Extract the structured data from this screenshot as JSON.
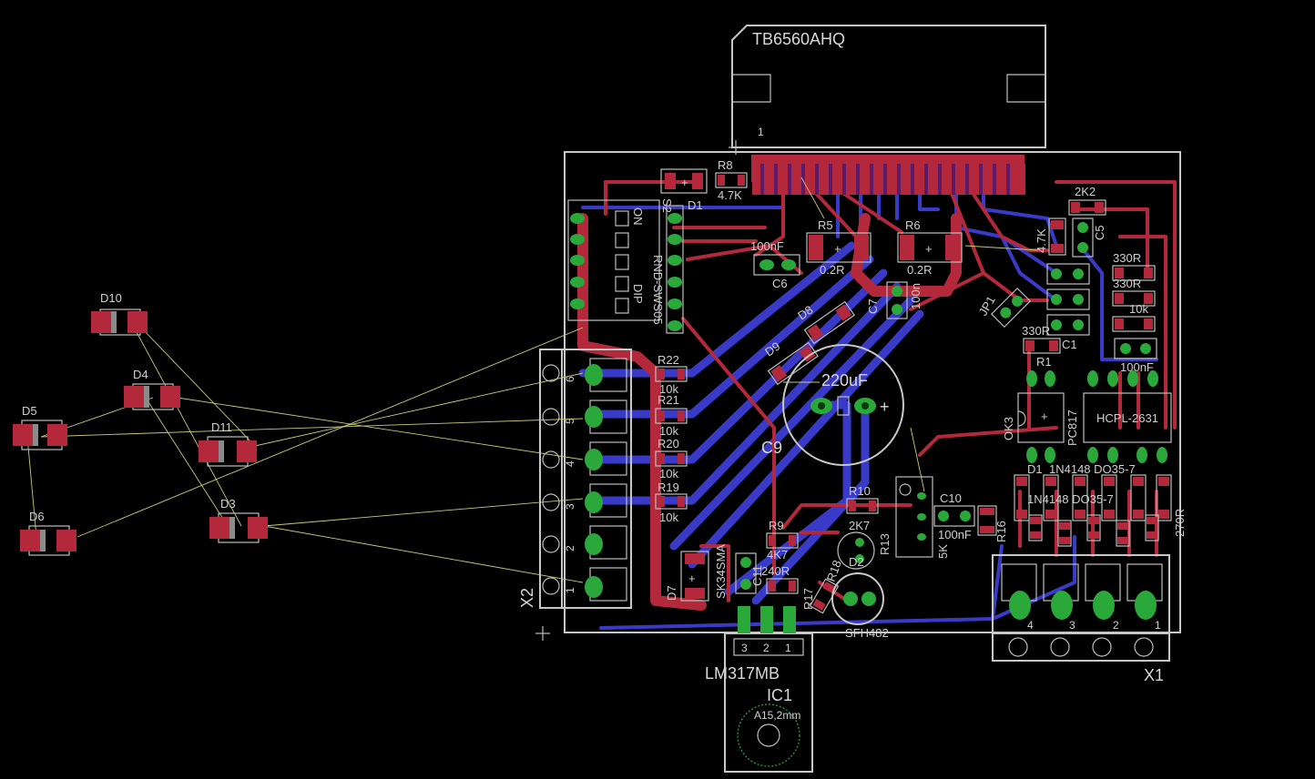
{
  "chips": {
    "main": "TB6560AHQ",
    "main_pin": "1",
    "regulator": "LM317MB",
    "regulator_ref": "IC1",
    "hole": "A15,2mm",
    "reg_pins": [
      "3",
      "2",
      "1"
    ]
  },
  "connectors": {
    "x1": "X1",
    "x1_pins": [
      "4",
      "3",
      "2",
      "1"
    ],
    "x2": "X2",
    "x2_pins": [
      "6",
      "5",
      "4",
      "3",
      "2",
      "1"
    ]
  },
  "left_diodes": [
    "D10",
    "D4",
    "D5",
    "D11",
    "D6",
    "D3"
  ],
  "labels": {
    "d1": "D1",
    "r8": "R8",
    "r8v": "4.7K",
    "c6": "C6",
    "c6v": "100nF",
    "r5": "R5",
    "r5v": "0.2R",
    "r6": "R6",
    "r6v": "0.2R",
    "c7": "C7",
    "c7v": "100n",
    "d8": "D8",
    "d9": "D9",
    "c9v": "220uF",
    "c9": "C9",
    "r22": "R22",
    "r21": "R21",
    "r20": "R20",
    "r19": "R19",
    "r10k": "10k",
    "s2": "S2",
    "on": "ON",
    "s2v": "RND-SWS05",
    "dip": "DIP",
    "r2k2": "2K2",
    "r47k": "4.7K",
    "c5": "C5",
    "r330a": "330R",
    "r330b": "330R",
    "r10k2": "10k",
    "r330c": "330R",
    "c1": "C1",
    "r1": "R1",
    "c100nf": "100nF",
    "jp1": "JP1",
    "ok3": "OK3",
    "pc817": "PC817",
    "hcpl": "HCPL-2631",
    "d1n": "D1",
    "n1n4148a": "1N4148",
    "strip1": "1N4148 DO35-7",
    "strip2": "1N4148 DO35-7",
    "strip3": "270R",
    "r10": "R10",
    "r10v": "2K7",
    "r9": "R9",
    "r9v": "4K7",
    "c10": "C10",
    "c10v": "100nF",
    "r16": "R16",
    "r13": "R13",
    "r13v": "5K",
    "d7": "D7",
    "sk": "SK34SMA",
    "c11": "C11",
    "r240": "240R",
    "r17": "R17",
    "d2": "D2",
    "sfh": "SFH482",
    "r18": "R18"
  },
  "colors": {
    "background": "#000000",
    "top_copper": "#b3283a",
    "bottom_copper": "#3a3ac8",
    "via": "#2aa83a",
    "silkscreen": "#c8c8c8",
    "airwire": "#c9c97a"
  }
}
